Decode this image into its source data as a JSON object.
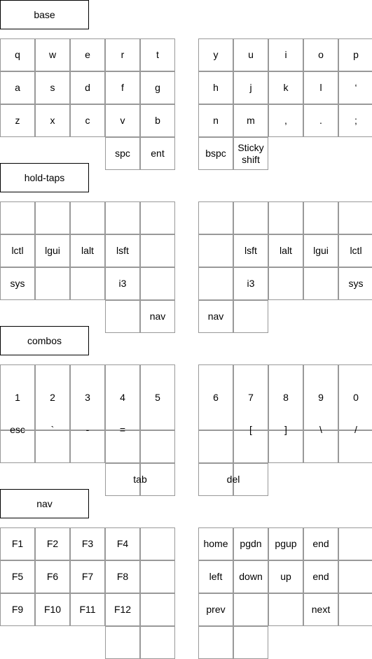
{
  "layers": [
    {
      "title": "base",
      "left": [
        [
          "q",
          "w",
          "e",
          "r",
          "t"
        ],
        [
          "a",
          "s",
          "d",
          "f",
          "g"
        ],
        [
          "z",
          "x",
          "c",
          "v",
          "b"
        ]
      ],
      "right": [
        [
          "y",
          "u",
          "i",
          "o",
          "p"
        ],
        [
          "h",
          "j",
          "k",
          "l",
          "‘"
        ],
        [
          "n",
          "m",
          ",",
          ".",
          ";"
        ]
      ],
      "thumbs_left": [
        "spc",
        "ent"
      ],
      "thumbs_right": [
        "bspc",
        "Sticky\nshift"
      ]
    },
    {
      "title": "hold-taps",
      "left": [
        [
          "",
          "",
          "",
          "",
          ""
        ],
        [
          "lctl",
          "lgui",
          "lalt",
          "lsft",
          ""
        ],
        [
          "sys",
          "",
          "",
          "i3",
          ""
        ]
      ],
      "right": [
        [
          "",
          "",
          "",
          "",
          ""
        ],
        [
          "",
          "lsft",
          "lalt",
          "lgui",
          "lctl"
        ],
        [
          "",
          "i3",
          "",
          "",
          "sys"
        ]
      ],
      "thumbs_left": [
        "",
        "nav"
      ],
      "thumbs_right": [
        "nav",
        ""
      ]
    },
    {
      "title": "combos",
      "left": [
        [
          "",
          "",
          "",
          "",
          ""
        ],
        [
          "",
          "",
          "",
          "",
          ""
        ],
        [
          "",
          "",
          "",
          "",
          ""
        ]
      ],
      "right": [
        [
          "",
          "",
          "",
          "",
          ""
        ],
        [
          "",
          "",
          "",
          "",
          ""
        ],
        [
          "",
          "",
          "",
          "",
          ""
        ]
      ],
      "thumbs_left": [
        "",
        ""
      ],
      "thumbs_right": [
        "",
        ""
      ],
      "combo_labels": {
        "left_row1": [
          "1",
          "2",
          "3",
          "4",
          "5"
        ],
        "left_row2": [
          "esc",
          "`",
          "-",
          "=",
          ""
        ],
        "right_row1": [
          "6",
          "7",
          "8",
          "9",
          "0"
        ],
        "right_row2": [
          "",
          "[",
          "]",
          "\\",
          "/"
        ],
        "thumb_left": "tab",
        "thumb_right": "del"
      }
    },
    {
      "title": "nav",
      "left": [
        [
          "F1",
          "F2",
          "F3",
          "F4",
          ""
        ],
        [
          "F5",
          "F6",
          "F7",
          "F8",
          ""
        ],
        [
          "F9",
          "F10",
          "F11",
          "F12",
          ""
        ]
      ],
      "right": [
        [
          "home",
          "pgdn",
          "pgup",
          "end",
          ""
        ],
        [
          "left",
          "down",
          "up",
          "end",
          ""
        ],
        [
          "prev",
          "",
          "",
          "next",
          ""
        ]
      ],
      "thumbs_left": [
        "",
        ""
      ],
      "thumbs_right": [
        "",
        ""
      ]
    }
  ]
}
